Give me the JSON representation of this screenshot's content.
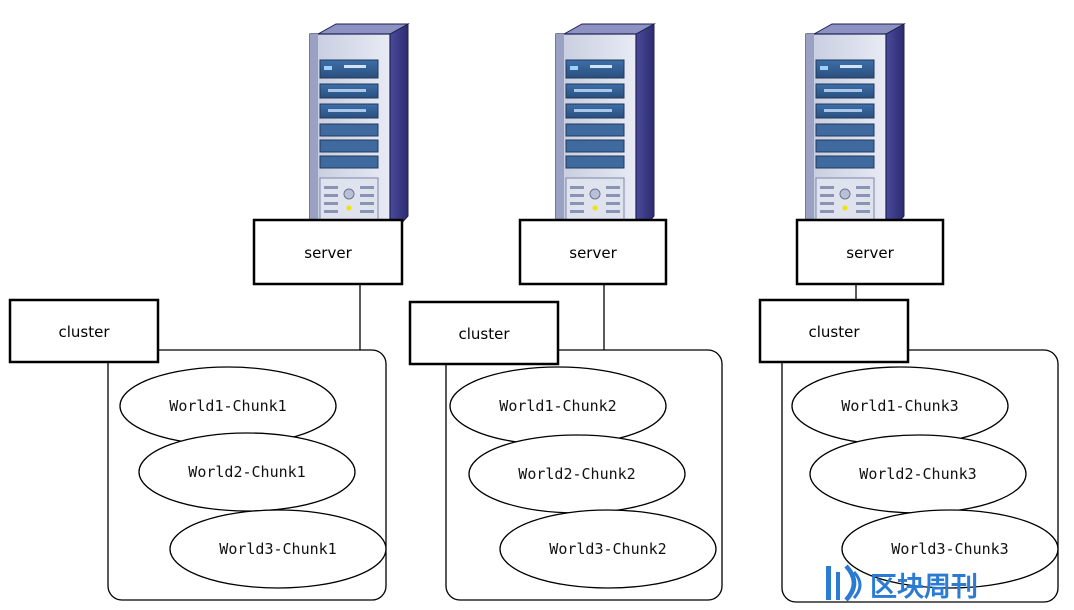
{
  "groups": [
    {
      "server_label": "server",
      "cluster_label": "cluster",
      "chunks": [
        "World1-Chunk1",
        "World2-Chunk1",
        "World3-Chunk1"
      ]
    },
    {
      "server_label": "server",
      "cluster_label": "cluster",
      "chunks": [
        "World1-Chunk2",
        "World2-Chunk2",
        "World3-Chunk2"
      ]
    },
    {
      "server_label": "server",
      "cluster_label": "cluster",
      "chunks": [
        "World1-Chunk3",
        "World2-Chunk3",
        "World3-Chunk3"
      ]
    }
  ],
  "watermark": {
    "text": "区块周刊"
  }
}
